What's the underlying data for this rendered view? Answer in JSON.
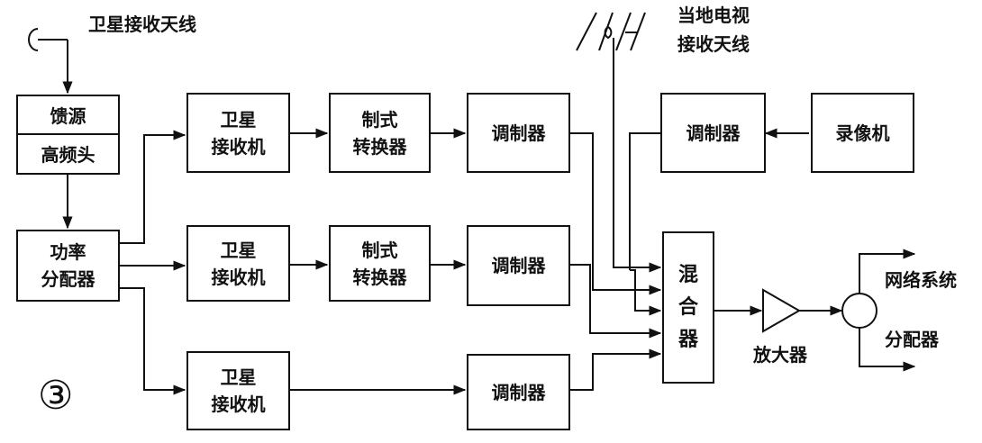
{
  "satellite_antenna_label": "卫星接收天线",
  "local_tv_label": [
    "当地电视",
    "接收天线"
  ],
  "feed": {
    "top": "馈源",
    "bottom": "高频头"
  },
  "splitter": [
    "功率",
    "分配器"
  ],
  "receivers": [
    [
      "卫星",
      "接收机"
    ],
    [
      "卫星",
      "接收机"
    ],
    [
      "卫星",
      "接收机"
    ]
  ],
  "converters": [
    [
      "制式",
      "转换器"
    ],
    [
      "制式",
      "转换器"
    ]
  ],
  "modulators": [
    "调制器",
    "调制器",
    "调制器"
  ],
  "vcr_modulator": "调制器",
  "vcr": "录像机",
  "mixer": [
    "混",
    "合",
    "器"
  ],
  "amplifier_label": "放大器",
  "network_label": [
    "网络系统",
    "分配器"
  ],
  "figure_number": "③"
}
